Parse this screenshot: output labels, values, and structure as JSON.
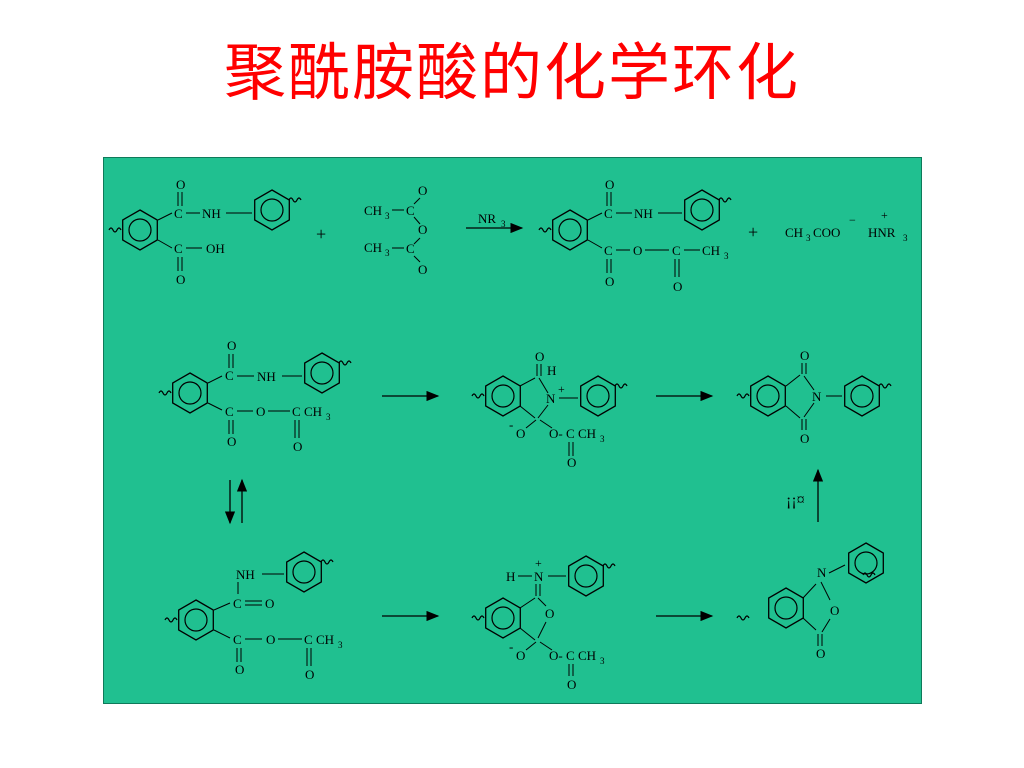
{
  "slide": {
    "title": "聚酰胺酸的化学环化"
  },
  "colors": {
    "title": "#ff0000",
    "panel": "#20c090"
  },
  "row1": {
    "reactant": {
      "o_top": "O",
      "c_top": "C",
      "nh": "NH",
      "c_bot": "C",
      "oh": "OH",
      "o_bot": "O"
    },
    "plus1": "+",
    "anhydride": {
      "o1": "O",
      "ch3a": "CH",
      "sub3a": "3",
      "c1": "C",
      "o2": "O",
      "ch3b": "CH",
      "sub3b": "3",
      "c2": "C",
      "o3": "O"
    },
    "arrow_label": "NR",
    "arrow_sub": "3",
    "product": {
      "o_top": "O",
      "c_top": "C",
      "nh": "NH",
      "c_bot": "C",
      "o_link": "O",
      "c_ac": "C",
      "ch3": "CH",
      "sub3": "3",
      "o_bot": "O",
      "o_ac": "O"
    },
    "plus2": "+",
    "byproduct": {
      "acetate": "CH",
      "sub3": "3",
      "coo": "COO",
      "minus": "−",
      "plus": "+",
      "hnr": "HNR",
      "subr": "3"
    }
  },
  "row2": {
    "left": {
      "o_top": "O",
      "c_top": "C",
      "nh": "NH",
      "c_bot": "C",
      "o_link": "O",
      "c_ac": "C",
      "ch3": "CH",
      "sub3": "3",
      "o_bot": "O",
      "o_ac": "O"
    },
    "middle": {
      "o_top": "O",
      "h": "H",
      "n": "N",
      "plus": "+",
      "minus": "-",
      "o_neg": "O",
      "o_link": "O-",
      "c_ac": "C",
      "ch3": "CH",
      "sub3": "3",
      "o_ac": "O"
    },
    "right": {
      "o_top": "O",
      "n": "N",
      "o_bot": "O"
    }
  },
  "vertical_label": "¡¡¤",
  "row3": {
    "left": {
      "nh": "NH",
      "c_top": "C",
      "o_top": "O",
      "c_bot": "C",
      "o_link": "O",
      "c_ac": "C",
      "ch3": "CH",
      "sub3": "3",
      "o_bot": "O",
      "o_ac": "O"
    },
    "middle": {
      "plus": "+",
      "h": "H",
      "n": "N",
      "o_ring": "O",
      "minus": "-",
      "o_neg": "O",
      "o_link": "O-",
      "c_ac": "C",
      "ch3": "CH",
      "sub3": "3",
      "o_ac": "O"
    },
    "right": {
      "n": "N",
      "o_ring": "O",
      "o_bot": "O"
    }
  }
}
